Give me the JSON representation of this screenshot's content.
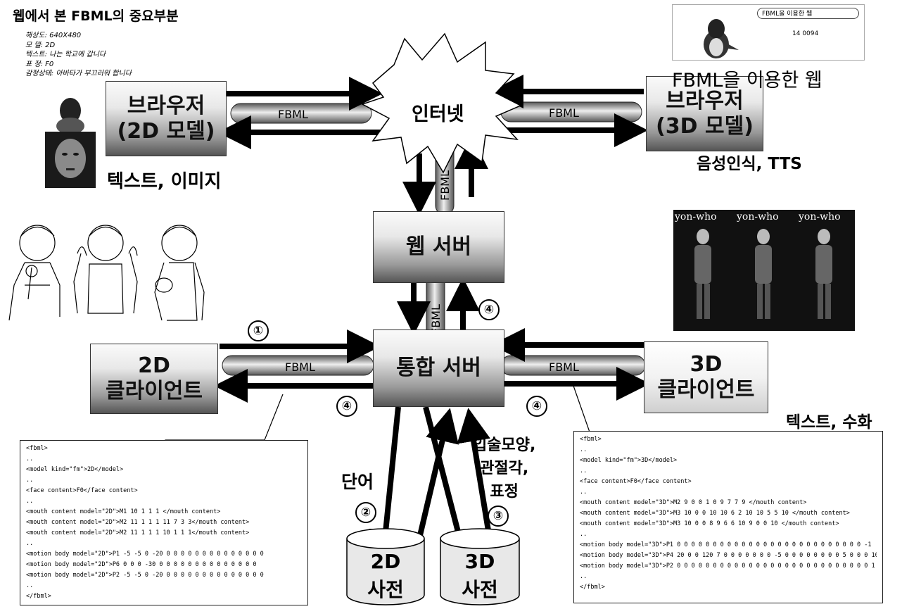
{
  "title": "웹에서 본 FBML의 중요부분",
  "info_lines": [
    "해상도: 640X480",
    "모 델: 2D",
    "텍스트: 나는 학교에 갑니다",
    "표 정: F0",
    "감정상태: 아바타가 부끄러워 합니다"
  ],
  "boxes": {
    "browser2d": [
      "브라우저",
      "(2D 모델)"
    ],
    "browser3d": [
      "브라우저",
      "(3D 모델)"
    ],
    "internet": "인터넷",
    "webserver": "웹 서버",
    "integrated": "통합 서버",
    "client2d": [
      "2D",
      "클라이언트"
    ],
    "client3d": [
      "3D",
      "클라이언트"
    ],
    "dict2d": [
      "2D",
      "사전"
    ],
    "dict3d": [
      "3D",
      "사전"
    ]
  },
  "fbml": "FBML",
  "labels": {
    "text_image": "텍스트, 이미지",
    "voice_tts": "음성인식, TTS",
    "fbml_web": "FBML을 이용한 웹",
    "text_sign": "텍스트, 수화",
    "word": "단어",
    "lip_joint": [
      "입술모양,",
      "관절각,",
      "표정"
    ],
    "yonwho": [
      "yon-who",
      "yon-who",
      "yon-who"
    ]
  },
  "circles": [
    "①",
    "②",
    "③",
    "④",
    "④",
    "④"
  ],
  "browser_snapshot": {
    "bar": "FBML을 이용한 웹",
    "line": "14  0094"
  },
  "code_left": [
    "<fbml>",
    "..",
    "<model kind=\"fm\">2D</model>",
    "..",
    "<face content>F0</face content>",
    "..",
    "<mouth content model=\"2D\">M1 10 1 1 1 </mouth content>",
    "<mouth content model=\"2D\">M2 11 1 1 1 11 7 3 3</mouth content>",
    "<mouth content model=\"2D\">M2 11 1 1 1 10 1 1 1</mouth content>",
    "..",
    "<motion body model=\"2D\">P1 -5 -5 0 -20 0 0 0 0 0 0 0 0 0 0 0 0 0 0",
    "<motion body model=\"2D\">P6 0 0 0 -30 0 0 0 0 0 0 0 0 0 0 0 0 0 0",
    "<motion body model=\"2D\">P2 -5 -5 0 -20 0 0 0 0 0 0 0 0 0 0 0 0 0 0",
    "..",
    "</fbml>"
  ],
  "code_right": [
    "<fbml>",
    "..",
    "<model kind=\"fm\">3D</model>",
    "..",
    "<face content>F0</face content>",
    "..",
    "<mouth content model=\"3D\">M2 9 0 0 1 0 9 7 7 9 </mouth content>",
    "<mouth content model=\"3D\">M3 10 0 0 10 10 6 2 10 10 5 5 10 </mouth content>",
    "<mouth content model=\"3D\">M3 10 0 0 8 9 6 6 10 9 0 0 10 </mouth content>",
    "..",
    "<motion body model=\"3D\">P1 0 0 0 0 0 0 0 0 0 0 0 0 0 0 0 0 0 0 0 0 0 0 0 0 0 0 -1",
    "<motion body model=\"3D\">P4 20 0 0 120 7 0 0 0 0 0 0 0 -5 0 0 0 0 0 0 0 0 5 0 0 0 10",
    "<motion body model=\"3D\">P2 0 0 0 0 0 0 0 0 0 0 0 0 0 0 0 0 0 0 0 0 0 0 0 0 0 0 0 1",
    "..",
    "</fbml>"
  ]
}
